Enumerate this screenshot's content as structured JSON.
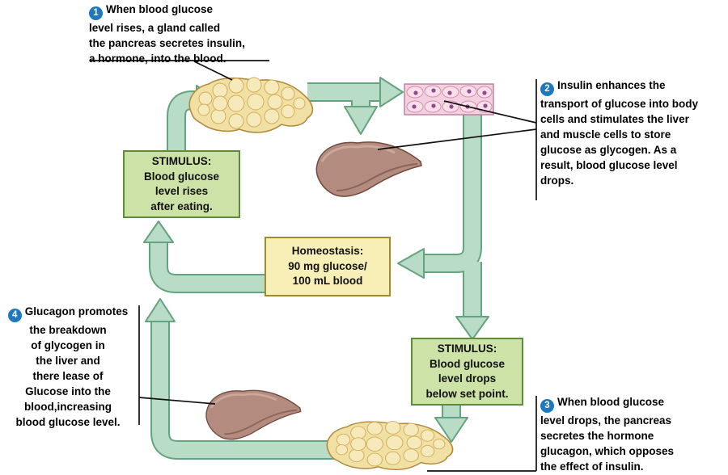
{
  "title": "Blood glucose homeostasis feedback diagram",
  "steps": [
    {
      "number": "1",
      "lines": [
        "When blood glucose",
        "level rises, a gland called",
        "the pancreas secretes insulin,",
        "a hormone, into the blood."
      ]
    },
    {
      "number": "2",
      "lines": [
        "Insulin enhances the",
        "transport of glucose into body",
        "cells and stimulates the liver",
        "and muscle cells to store",
        "glucose as glycogen. As a",
        "result, blood glucose level",
        "drops."
      ]
    },
    {
      "number": "3",
      "lines": [
        "When blood glucose",
        "level drops, the pancreas",
        "secretes the hormone",
        "glucagon, which opposes",
        "the effect of insulin."
      ]
    },
    {
      "number": "4",
      "lines": [
        "Glucagon promotes",
        "the breakdown",
        "of glycogen in",
        "the liver and",
        "there lease of",
        "Glucose into the",
        "blood,increasing",
        "blood glucose level."
      ]
    }
  ],
  "boxes": {
    "stimulus_rise": {
      "lines": [
        "STIMULUS:",
        "Blood glucose",
        "level rises",
        "after eating."
      ]
    },
    "homeostasis": {
      "lines": [
        "Homeostasis:",
        "90 mg glucose/",
        "100 mL blood"
      ]
    },
    "stimulus_drop": {
      "lines": [
        "STIMULUS:",
        "Blood glucose",
        "level drops",
        "below set point."
      ]
    }
  },
  "illustrations": {
    "pancreas_top": "pancreas",
    "body_cells": "body-cells-tissue",
    "liver_top": "liver",
    "liver_bottom": "liver",
    "pancreas_bottom": "pancreas"
  },
  "colors": {
    "arrow_fill": "#b9dcc6",
    "arrow_outline": "#63a37f",
    "stimulus_box_fill": "#cde2a6",
    "stimulus_box_border": "#5f8c3c",
    "homeostasis_box_fill": "#f8efb6",
    "homeostasis_box_border": "#a08a2b",
    "badge_blue": "#1e78be",
    "pancreas_yellow": "#f1e0a4",
    "liver_brown": "#b38c7f",
    "cells_pink": "#f4cfdf"
  }
}
